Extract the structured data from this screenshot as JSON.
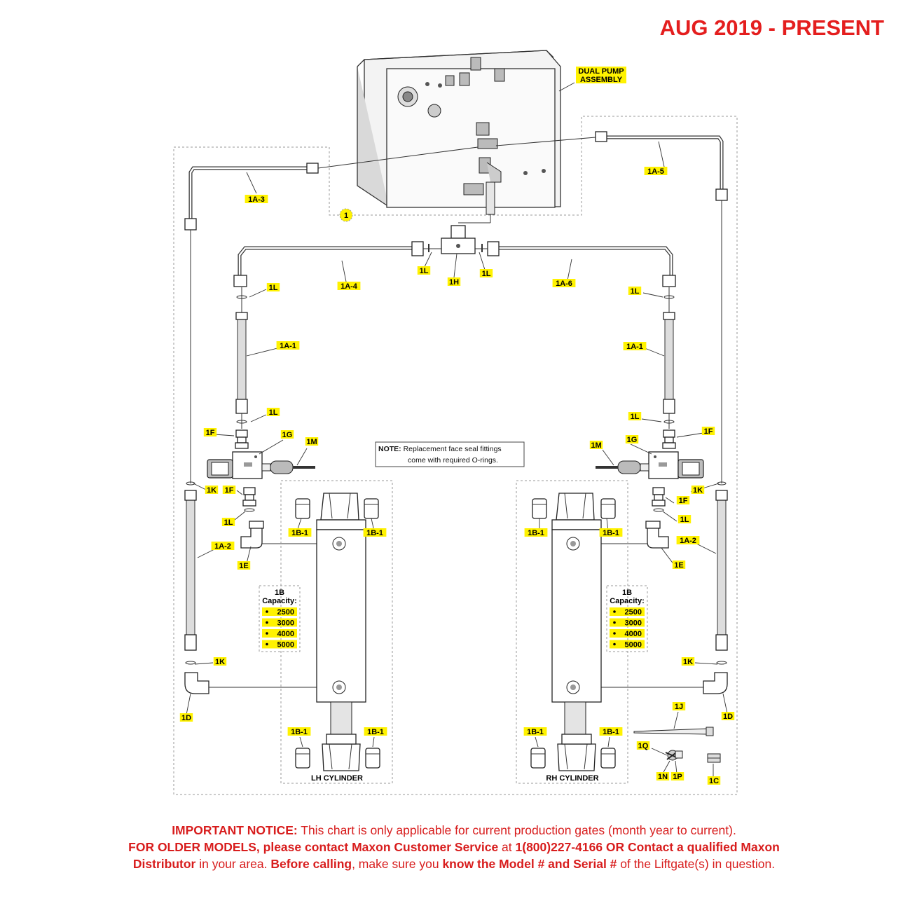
{
  "header": {
    "title": "AUG 2019 - PRESENT"
  },
  "labels": {
    "dual_pump": [
      "DUAL PUMP",
      "ASSEMBLY"
    ],
    "kit": "1",
    "l_1a3": "1A-3",
    "l_1a5": "1A-5",
    "l_1a4": "1A-4",
    "l_1a6": "1A-6",
    "l_1h": "1H",
    "l_1l": "1L",
    "l_1a1": "1A-1",
    "l_1f": "1F",
    "l_1g": "1G",
    "l_1m": "1M",
    "l_1k": "1K",
    "l_1e": "1E",
    "l_1a2": "1A-2",
    "l_1b1": "1B-1",
    "l_1d": "1D",
    "l_1j": "1J",
    "l_1q": "1Q",
    "l_1n": "1N",
    "l_1p": "1P",
    "l_1c": "1C",
    "l_1b": "1B",
    "capacity": "Capacity:",
    "capacities": [
      "2500",
      "3000",
      "4000",
      "5000"
    ],
    "lh_cylinder": "LH CYLINDER",
    "rh_cylinder": "RH CYLINDER"
  },
  "note": {
    "bold": "NOTE:",
    "line1": " Replacement face seal fittings",
    "line2": "come with required O-rings."
  },
  "notice": {
    "l1_bold": "IMPORTANT NOTICE:",
    "l1_rest": " This chart is only applicable for current production gates (month year to current).",
    "l2_bold1": "FOR OLDER MODELS, please contact Maxon Customer Service",
    "l2_mid": " at ",
    "l2_bold2": "1(800)227-4166 OR Contact a qualified Maxon",
    "l3_bold1": "Distributor",
    "l3_mid1": " in your area. ",
    "l3_bold2": "Before calling",
    "l3_mid2": ", make sure you ",
    "l3_bold3": "know the Model # and Serial #",
    "l3_end": " of the Liftgate(s) in question."
  },
  "colors": {
    "header_red": "#e41e1e",
    "label_highlight": "#fff200"
  }
}
